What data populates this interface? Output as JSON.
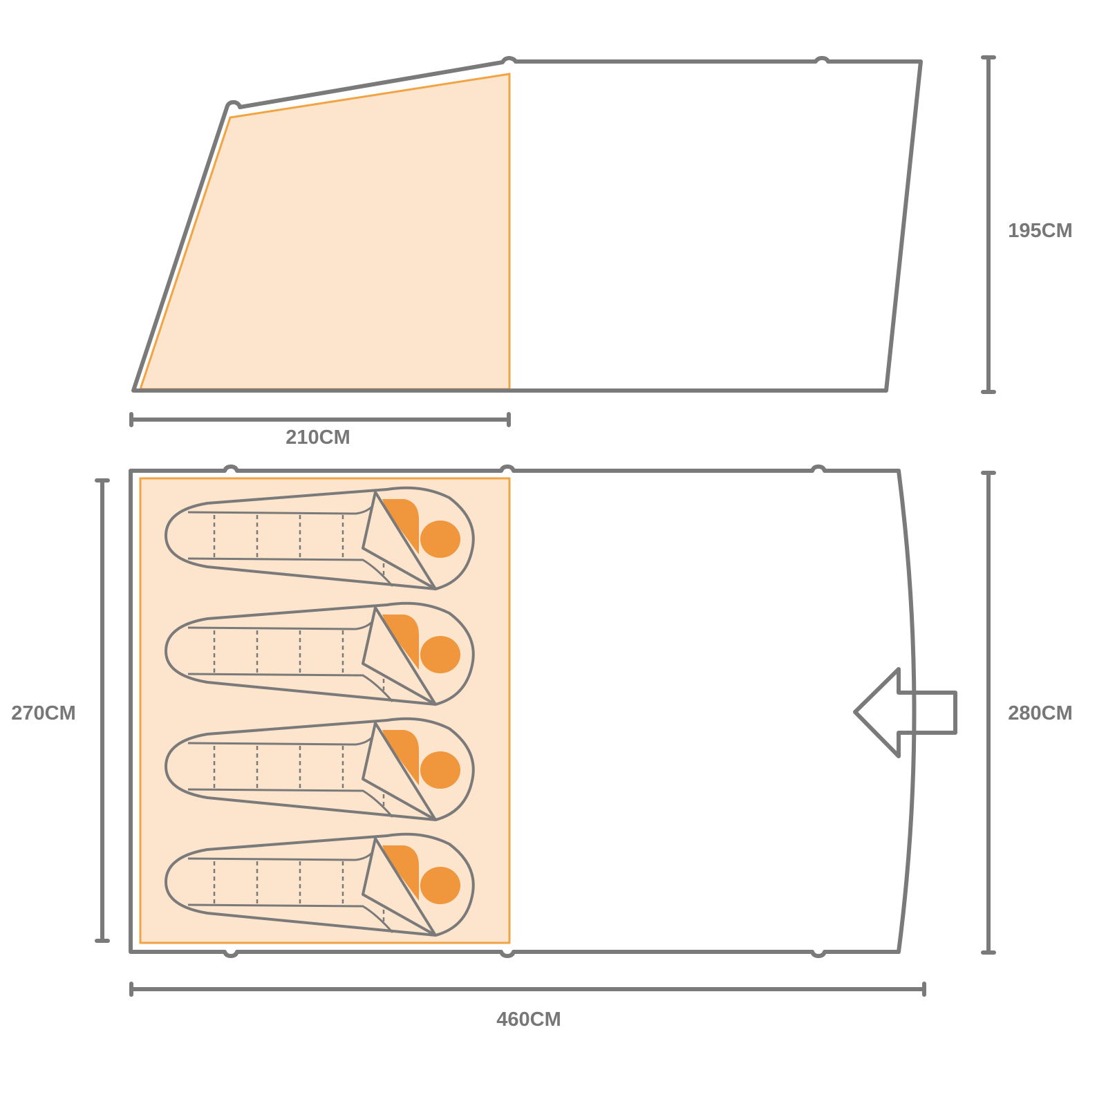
{
  "labels": {
    "side_height": "195CM",
    "sleeping_length": "210CM",
    "sleeping_width": "270CM",
    "total_width": "280CM",
    "total_length": "460CM"
  },
  "sleeping_bags": 4,
  "colors": {
    "outline": "#7a7a7a",
    "bedroom_fill": "#fde4cc",
    "bedroom_stroke": "#f0a444",
    "person": "#f0963c"
  }
}
